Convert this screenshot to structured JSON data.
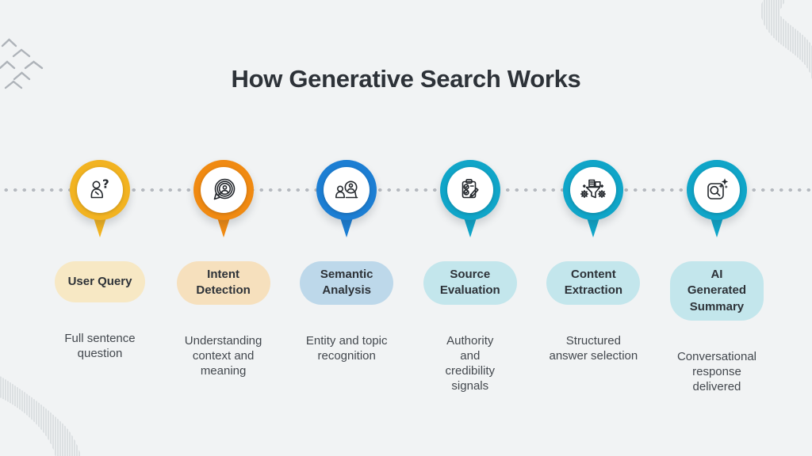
{
  "title": "How Generative Search Works",
  "background_color": "#f1f3f4",
  "timeline": {
    "dot_color": "#b6bac0"
  },
  "decorations": {
    "chevron_pattern_color": "#aeb3b9",
    "ribbon_hatch_color": "#c7ccd1"
  },
  "steps": [
    {
      "label": "User Query",
      "description": "Full sentence question",
      "icon": "person-question-icon",
      "pin_color": "#f2b321",
      "pill_color": "#f7e8c4"
    },
    {
      "label": "Intent Detection",
      "description": "Understanding context and meaning",
      "icon": "target-arrow-icon",
      "pin_color": "#f08a12",
      "pill_color": "#f6e0bd"
    },
    {
      "label": "Semantic Analysis",
      "description": "Entity and topic recognition",
      "icon": "entity-magnifier-icon",
      "pin_color": "#1c7ed3",
      "pill_color": "#bdd8ea"
    },
    {
      "label": "Source Evaluation",
      "description": "Authority and credibility signals",
      "icon": "clipboard-check-icon",
      "pin_color": "#10a5c8",
      "pill_color": "#c3e6ec"
    },
    {
      "label": "Content Extraction",
      "description": "Structured answer selection",
      "icon": "funnel-gears-icon",
      "pin_color": "#10a5c8",
      "pill_color": "#c3e6ec"
    },
    {
      "label": "AI Generated Summary",
      "description": "Conversational response delivered",
      "icon": "search-sparkle-icon",
      "pin_color": "#10a5c8",
      "pill_color": "#c3e6ec"
    }
  ]
}
